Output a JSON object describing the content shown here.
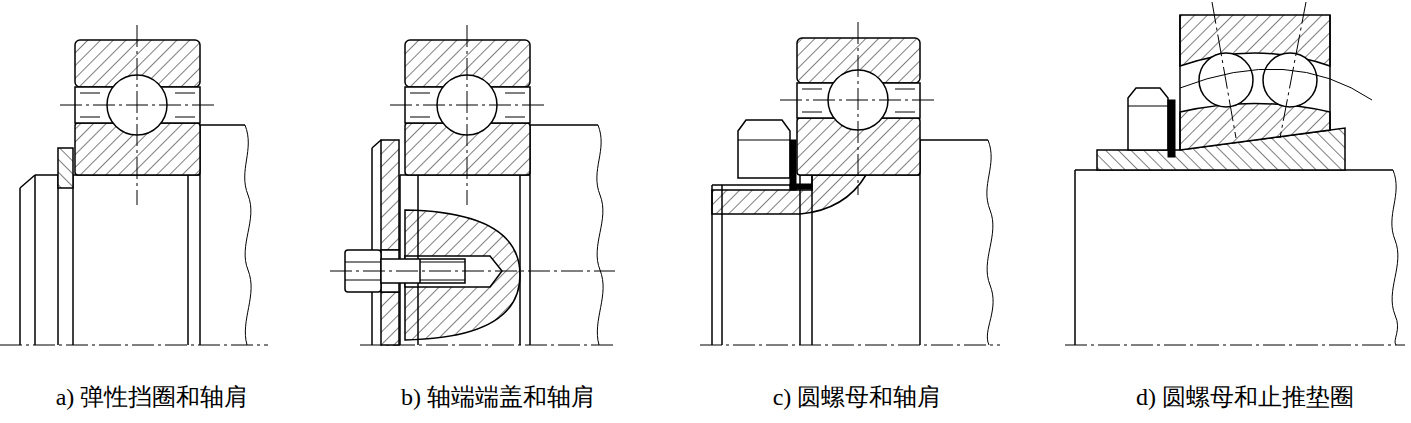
{
  "diagram": {
    "labels": [
      "a) 弹性挡圈和轴肩",
      "b) 轴端端盖和轴肩",
      "c) 圆螺母和轴肩",
      "d) 圆螺母和止推垫圈"
    ]
  }
}
